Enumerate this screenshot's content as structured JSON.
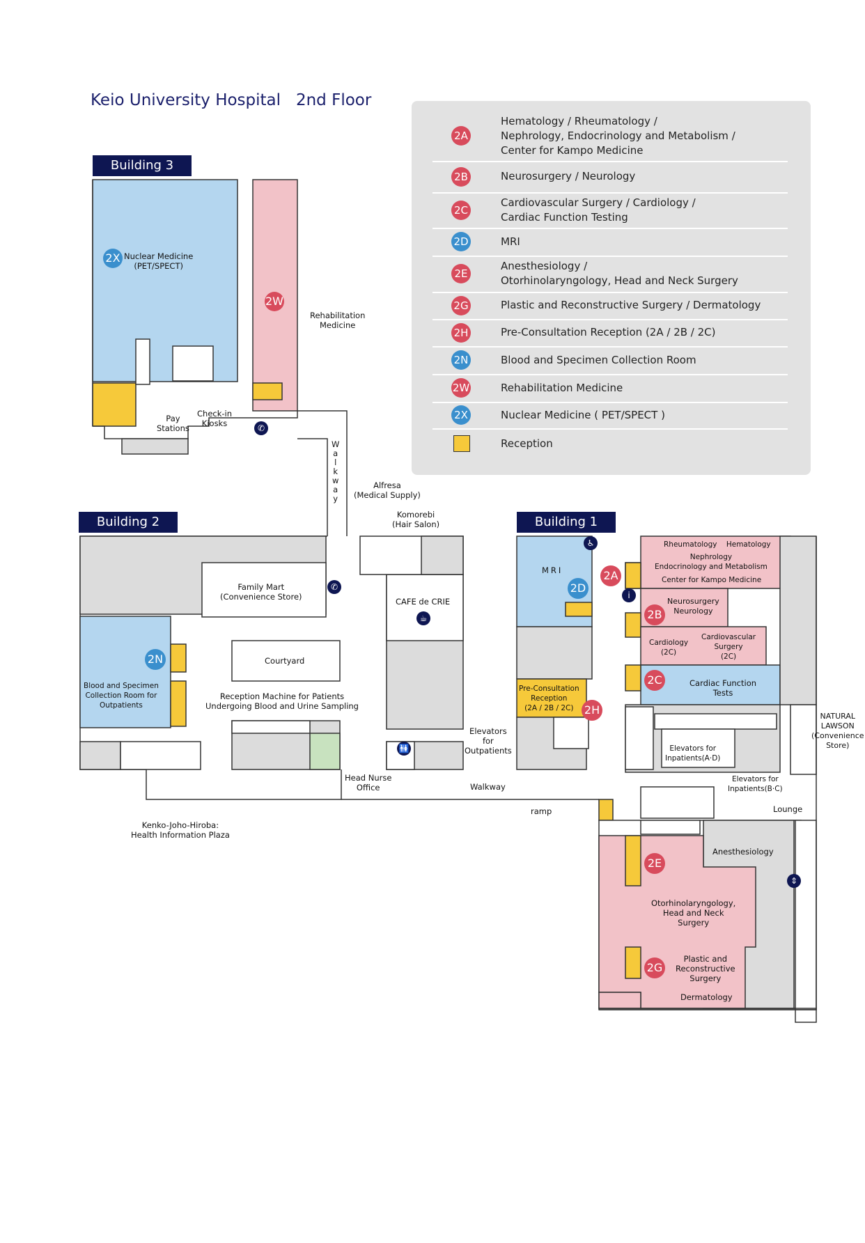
{
  "title": "Keio University Hospital   2nd Floor",
  "colors": {
    "blue_area": "#b4d6ef",
    "pink_area": "#f2c2c8",
    "gray_area": "#dcdcdc",
    "reception": "#f6c93a",
    "green_area": "#c8e2bf",
    "navy": "#0e1652",
    "red_badge": "#d84b5c",
    "blue_badge": "#3a8fcd"
  },
  "legend": [
    {
      "code": "2A",
      "color": "red",
      "text": "Hematology / Rheumatology /\nNephrology, Endocrinology and Metabolism /\nCenter for Kampo Medicine"
    },
    {
      "code": "2B",
      "color": "red",
      "text": "Neurosurgery / Neurology"
    },
    {
      "code": "2C",
      "color": "red",
      "text": "Cardiovascular Surgery / Cardiology /\nCardiac Function Testing"
    },
    {
      "code": "2D",
      "color": "blue",
      "text": "MRI"
    },
    {
      "code": "2E",
      "color": "red",
      "text": "Anesthesiology /\nOtorhinolaryngology, Head and Neck Surgery"
    },
    {
      "code": "2G",
      "color": "red",
      "text": "Plastic and Reconstructive Surgery / Dermatology"
    },
    {
      "code": "2H",
      "color": "red",
      "text": "Pre-Consultation Reception (2A / 2B / 2C)"
    },
    {
      "code": "2N",
      "color": "blue",
      "text": "Blood and Specimen Collection Room"
    },
    {
      "code": "2W",
      "color": "red",
      "text": "Rehabilitation Medicine"
    },
    {
      "code": "2X",
      "color": "blue",
      "text": "Nuclear Medicine ( PET/SPECT )"
    },
    {
      "code": "",
      "color": "reception",
      "text": "Reception"
    }
  ],
  "buildings": {
    "b3": "Building 3",
    "b2": "Building 2",
    "b1": "Building 1"
  },
  "labels": {
    "nuclear": "Nuclear Medicine\n(PET/SPECT)",
    "rehab": "Rehabilitation\nMedicine",
    "pay": "Pay\nStations",
    "checkin": "Check-in\nKiosks",
    "walkway_v": "W\na\nl\nk\nw\na\ny",
    "alfresa": "Alfresa\n(Medical Supply)",
    "komorebi": "Komorebi\n(Hair Salon)",
    "familymart": "Family Mart\n(Convenience Store)",
    "cafe": "CAFE de CRIE",
    "courtyard": "Courtyard",
    "blood": "Blood and Specimen\nCollection Room for\nOutpatients",
    "reception_machine": "Reception Machine for Patients\nUndergoing Blood and Urine Sampling",
    "head_nurse": "Head Nurse\nOffice",
    "kenko": "Kenko-Joho-Hiroba:\nHealth Information Plaza",
    "elev_out": "Elevators\nfor\nOutpatients",
    "walkway_h": "Walkway",
    "ramp": "ramp",
    "mri": "MRI",
    "rheuma": "Rheumatology    Hematology",
    "nephro": "Nephrology\nEndocrinology and Metabolism",
    "kampo": "Center for Kampo Medicine",
    "neuro": "Neurosurgery\nNeurology",
    "cardiology": "Cardiology\n(2C)",
    "cardiosurg": "Cardiovascular\nSurgery\n(2C)",
    "cardiac_tests": "Cardiac Function\nTests",
    "preconsult": "Pre-Consultation\nReception\n(2A / 2B / 2C)",
    "lawson": "NATURAL\nLAWSON\n(Convenience\nStore)",
    "elev_ad": "Elevators for\nInpatients(A·D)",
    "elev_bc": "Elevators for\nInpatients(B·C)",
    "lounge": "Lounge",
    "anesth": "Anesthesiology",
    "ent": "Otorhinolaryngology,\nHead and Neck\nSurgery",
    "plastic": "Plastic and\nReconstructive\nSurgery",
    "derma": "Dermatology"
  },
  "badges": {
    "2X": "2X",
    "2W": "2W",
    "2N": "2N",
    "2D": "2D",
    "2A": "2A",
    "2B": "2B",
    "2C": "2C",
    "2H": "2H",
    "2E": "2E",
    "2G": "2G"
  },
  "icons": {
    "aed": "AED",
    "toilet": "toilet-icon",
    "wheelchair": "wheelchair-icon",
    "elevator": "elevator-icon",
    "escalator": "escalator-icon",
    "phone": "phone-icon",
    "info": "info-icon",
    "atm": "atm-icon",
    "cafe": "coffee-icon",
    "id": "card-reader-icon"
  }
}
